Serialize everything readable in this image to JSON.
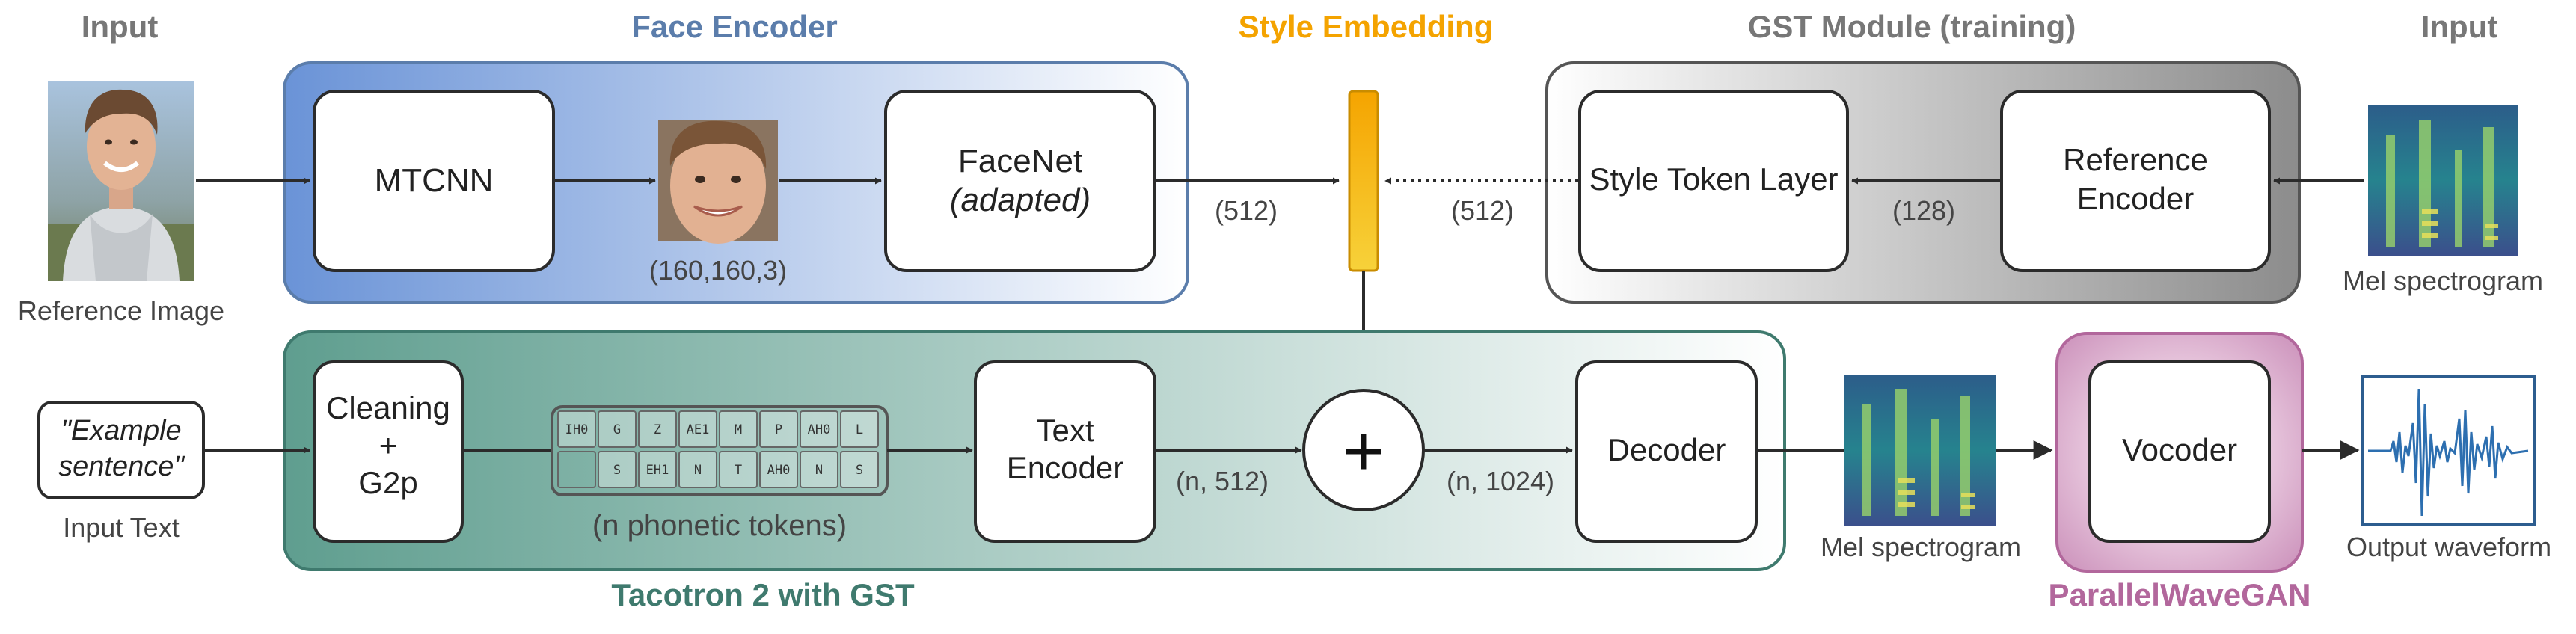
{
  "headers": {
    "input_left": "Input",
    "face_encoder": "Face Encoder",
    "style_embedding": "Style Embedding",
    "gst_module": "GST Module (training)",
    "input_right": "Input"
  },
  "face_encoder": {
    "mtcnn": "MTCNN",
    "facenet": "FaceNet",
    "facenet_note": "(adapted)",
    "crop_shape": "(160,160,3)"
  },
  "reference_image_caption": "Reference Image",
  "gst": {
    "style_token_layer": "Style Token Layer",
    "reference_encoder_line1": "Reference",
    "reference_encoder_line2": "Encoder",
    "dim_128": "(128)",
    "dim_512_gst": "(512)",
    "mel_caption": "Mel spectrogram"
  },
  "dims": {
    "face_512": "(512)",
    "text_enc_out": "(n, 512)",
    "sum_out": "(n, 1024)"
  },
  "input_text": {
    "line1": "\"Example",
    "line2": "sentence\"",
    "caption": "Input Text"
  },
  "tacotron": {
    "title": "Tacotron 2 with GST",
    "cleaning_line1": "Cleaning",
    "cleaning_line2": "+",
    "cleaning_line3": "G2p",
    "tokens_caption": "(n phonetic tokens)",
    "text_encoder_line1": "Text",
    "text_encoder_line2": "Encoder",
    "plus": "+",
    "decoder": "Decoder"
  },
  "phonetic_tokens": {
    "row1": [
      "IH0",
      "G",
      "Z",
      "AE1",
      "M",
      "P",
      "AH0",
      "L"
    ],
    "row2": [
      "",
      "S",
      "EH1",
      "N",
      "T",
      "AH0",
      "N",
      "S"
    ]
  },
  "output": {
    "mel_caption": "Mel spectrogram",
    "vocoder": "Vocoder",
    "vocoder_group": "ParallelWaveGAN",
    "waveform_caption": "Output waveform"
  },
  "colors": {
    "face_blue": "#5b7dab",
    "gst_gray": "#555555",
    "tacotron_teal": "#3f7a6e",
    "style_orange": "#f4a300",
    "vocoder_pink": "#b2679c",
    "wave_blue": "#2d6fb0"
  }
}
